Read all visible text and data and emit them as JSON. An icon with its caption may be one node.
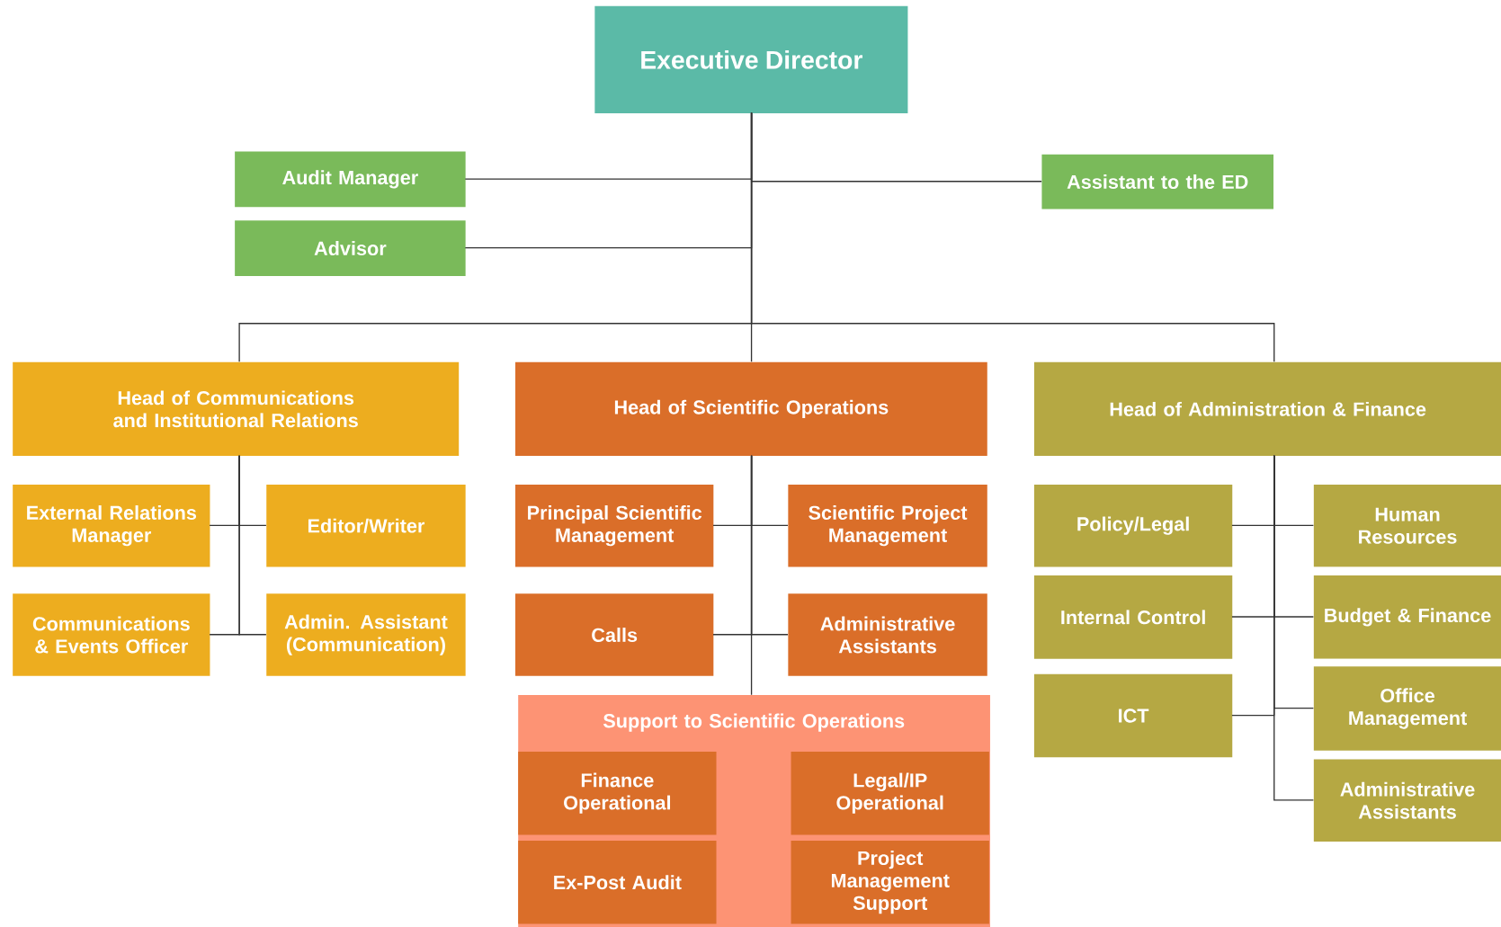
{
  "diagram": {
    "nodes": [
      {
        "text": [
          "Executive Director"
        ]
      },
      {
        "text": [
          "Audit Manager"
        ]
      },
      {
        "text": [
          "Assistant to the ED"
        ]
      },
      {
        "text": [
          "Advisor"
        ]
      },
      {
        "text": [
          "Head of Communications and Institutional Relations"
        ]
      },
      {
        "text": [
          "External Relations Manager"
        ]
      },
      {
        "text": [
          "Editor/Writer"
        ]
      },
      {
        "text": [
          "Communications & Events Officer"
        ]
      },
      {
        "text": [
          "Admin. Assistant (Communication)"
        ]
      },
      {
        "text": [
          "Head of Scientific Operations"
        ]
      },
      {
        "text": [
          "Principal Scientific Management"
        ]
      },
      {
        "text": [
          "Scientific Project Management"
        ]
      },
      {
        "text": [
          "Calls"
        ]
      },
      {
        "text": [
          "Administrative Assistants"
        ]
      },
      {
        "text": [
          "Support to Scientific Operations"
        ]
      },
      {
        "text": [
          "Finance Operational"
        ],
        "in": 14
      },
      {
        "text": [
          "Legal/IP Operational"
        ],
        "in": 14
      },
      {
        "text": [
          "Ex-Post Audit"
        ],
        "in": 14
      },
      {
        "text": [
          "Project Management Support"
        ],
        "in": 14
      },
      {
        "text": [
          "Head of Administration & Finance"
        ]
      },
      {
        "text": [
          "Policy/Legal"
        ]
      },
      {
        "text": [
          "Human Resources"
        ]
      },
      {
        "text": [
          "Internal Control"
        ]
      },
      {
        "text": [
          "Budget & Finance"
        ]
      },
      {
        "text": [
          "ICT"
        ]
      },
      {
        "text": [
          "Office Management"
        ]
      },
      {
        "text": [
          "Administrative Assistants"
        ]
      }
    ],
    "edges": [
      {
        "from": 0,
        "to": 1,
        "arrow": "none"
      },
      {
        "from": 0,
        "to": 2,
        "arrow": "none"
      },
      {
        "from": 0,
        "to": 3,
        "arrow": "none"
      },
      {
        "from": 0,
        "to": 4,
        "arrow": "none"
      },
      {
        "from": 0,
        "to": 9,
        "arrow": "none"
      },
      {
        "from": 0,
        "to": 19,
        "arrow": "none"
      },
      {
        "from": 4,
        "to": 5,
        "arrow": "none"
      },
      {
        "from": 4,
        "to": 6,
        "arrow": "none"
      },
      {
        "from": 4,
        "to": 7,
        "arrow": "none"
      },
      {
        "from": 4,
        "to": 8,
        "arrow": "none"
      },
      {
        "from": 9,
        "to": 10,
        "arrow": "none"
      },
      {
        "from": 9,
        "to": 11,
        "arrow": "none"
      },
      {
        "from": 9,
        "to": 12,
        "arrow": "none"
      },
      {
        "from": 9,
        "to": 13,
        "arrow": "none"
      },
      {
        "from": 9,
        "to": 14,
        "arrow": "none"
      },
      {
        "from": 19,
        "to": 20,
        "arrow": "none"
      },
      {
        "from": 19,
        "to": 21,
        "arrow": "none"
      },
      {
        "from": 19,
        "to": 22,
        "arrow": "none"
      },
      {
        "from": 19,
        "to": 23,
        "arrow": "none"
      },
      {
        "from": 19,
        "to": 24,
        "arrow": "none"
      },
      {
        "from": 19,
        "to": 25,
        "arrow": "none"
      },
      {
        "from": 19,
        "to": 26,
        "arrow": "none"
      }
    ]
  }
}
